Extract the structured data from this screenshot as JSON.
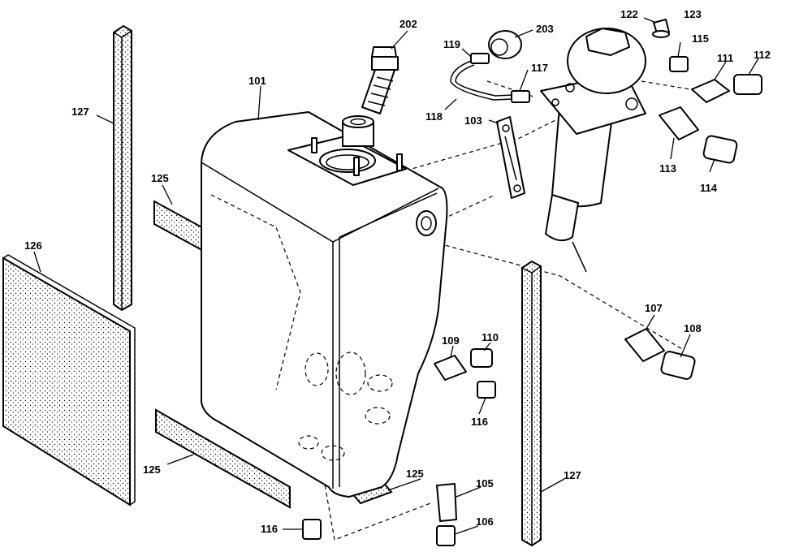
{
  "callouts": {
    "c101": "101",
    "c103": "103",
    "c105": "105",
    "c106": "106",
    "c107": "107",
    "c108": "108",
    "c109": "109",
    "c110": "110",
    "c111": "111",
    "c112": "112",
    "c113": "113",
    "c114": "114",
    "c115": "115",
    "c116a": "116",
    "c116b": "116",
    "c117": "117",
    "c118": "118",
    "c119": "119",
    "c122": "122",
    "c123": "123",
    "c125a": "125",
    "c125b": "125",
    "c125c": "125",
    "c126": "126",
    "c127a": "127",
    "c127b": "127",
    "c202": "202",
    "c203": "203"
  },
  "style": {
    "ink": "#000000",
    "paper": "#ffffff"
  }
}
